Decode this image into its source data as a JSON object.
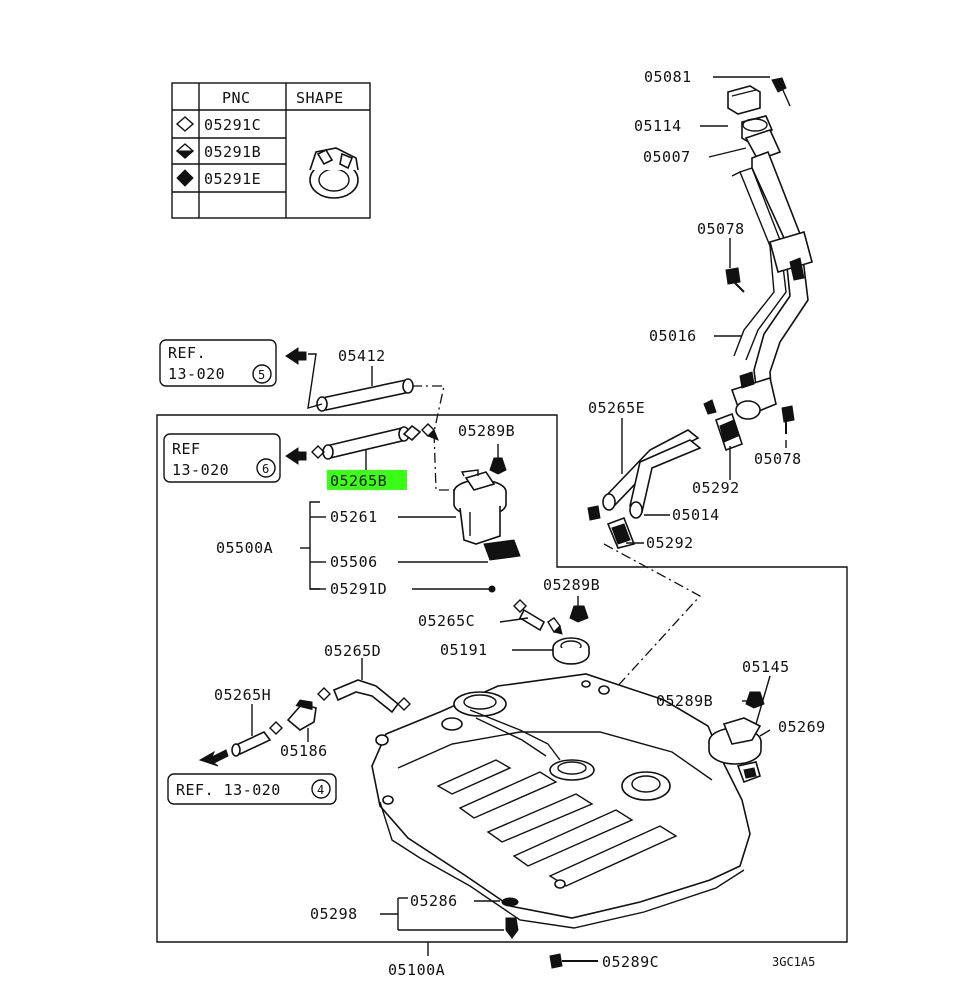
{
  "legend": {
    "headers": {
      "pnc": "PNC",
      "shape": "SHAPE"
    },
    "rows": [
      {
        "symbol": "diamond-outline",
        "pnc": "05291C"
      },
      {
        "symbol": "diamond-half",
        "pnc": "05291B"
      },
      {
        "symbol": "diamond-filled",
        "pnc": "05291E"
      }
    ]
  },
  "refs": {
    "ref5": {
      "line1": "REF.",
      "line2": "13-020",
      "num": "5"
    },
    "ref6": {
      "line1": "REF",
      "line2": "13-020",
      "num": "6"
    },
    "ref4": {
      "text": "REF. 13-020",
      "num": "4"
    }
  },
  "labels": {
    "p05081": "05081",
    "p05114": "05114",
    "p05007": "05007",
    "p05078a": "05078",
    "p05016": "05016",
    "p05078b": "05078",
    "p05265E": "05265E",
    "p05292a": "05292",
    "p05014": "05014",
    "p05292b": "05292",
    "p05412": "05412",
    "p05289Ba": "05289B",
    "p05265B": "05265B",
    "p05261": "05261",
    "p05500A": "05500A",
    "p05506": "05506",
    "p05291D": "05291D",
    "p05289Bb": "05289B",
    "p05265C": "05265C",
    "p05191": "05191",
    "p05265D": "05265D",
    "p05265H": "05265H",
    "p05186": "05186",
    "p05145": "05145",
    "p05289Bc": "05289B",
    "p05269": "05269",
    "p05286": "05286",
    "p05298": "05298",
    "p05100A": "05100A",
    "p05289C": "05289C",
    "code": "3GC1A5"
  },
  "highlight_color": "#39ff14"
}
